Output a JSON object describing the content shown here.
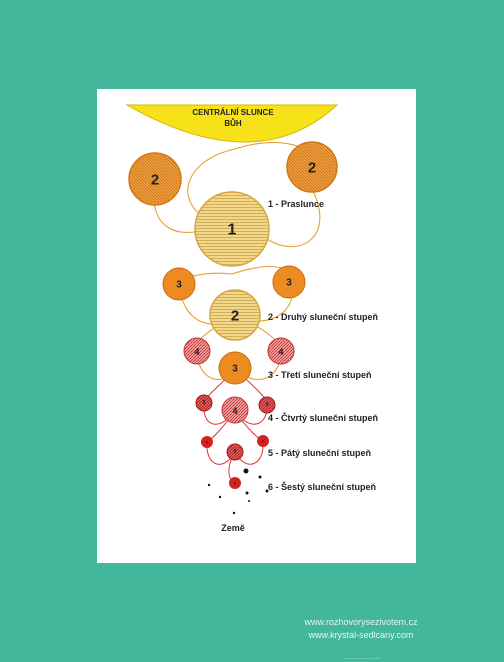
{
  "diagram": {
    "header_line1": "CENTRÁLNÍ SLUNCE",
    "header_line2": "BŮH",
    "labels": [
      "1 - Praslunce",
      "2 - Druhý sluneční stupeň",
      "3 - Třetí sluneční stupeň",
      "4 - Čtvrtý sluneční stupeň",
      "5 - Pátý sluneční stupeň",
      "6 - Šestý sluneční stupeň"
    ],
    "earth": "Země",
    "numerals": [
      "1",
      "2",
      "3",
      "4",
      "5",
      "6"
    ]
  },
  "watermark": {
    "line1": "www.rozhovorysezivotem.cz",
    "line2": "www.krystal-sedlcany.com",
    "line3": "..........................."
  },
  "colors": {
    "background": "#43b79c",
    "sun": "#f7e21a",
    "orange": "#e98a1f",
    "red": "#d42020",
    "gold": "#e8c060"
  }
}
